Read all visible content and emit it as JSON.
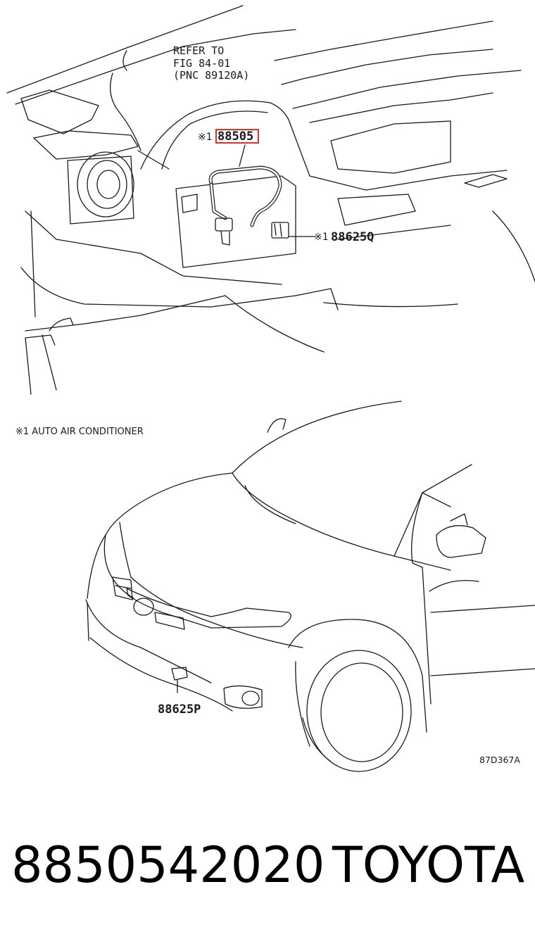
{
  "refer_note": "REFER TO\nFIG 84-01\n(PNC 89120A)",
  "callouts": {
    "highlighted_mark": "※1",
    "highlighted_part": "88505",
    "interior_mark": "※1",
    "interior_part": "88625Q",
    "front_part": "88625P"
  },
  "footnote": "※1 AUTO AIR CONDITIONER",
  "diagram_code": "87D367A",
  "footer": {
    "part_number": "8850542020",
    "brand": "TOYOTA"
  },
  "colors": {
    "highlight": "#e03030",
    "line": "#1a1a1a"
  }
}
